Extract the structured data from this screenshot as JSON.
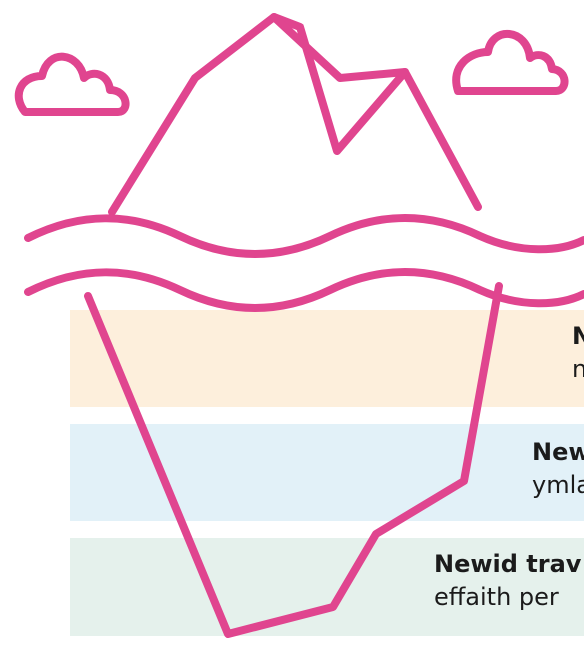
{
  "colors": {
    "outline": "#e0458f",
    "band_1": "#fdefdc",
    "band_2": "#e2f1f8",
    "band_3": "#e5f1ec",
    "text": "#1b1b1b"
  },
  "icons": [
    "cloud-icon",
    "iceberg-icon",
    "wave-icon"
  ],
  "layers": [
    {
      "title": "N",
      "text": "n"
    },
    {
      "title": "New",
      "text": "ymla"
    },
    {
      "title": "Newid trav",
      "text": "effaith per"
    }
  ]
}
